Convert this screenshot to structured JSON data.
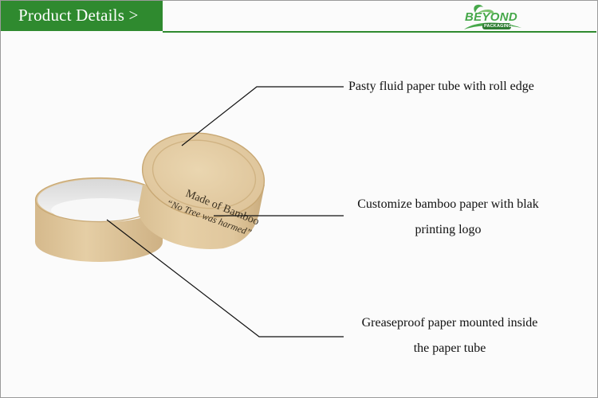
{
  "header": {
    "title": "Product Details >",
    "brand": {
      "name": "BEYOND",
      "tagline": "PACKAGING"
    }
  },
  "product": {
    "printed_logo": {
      "line1": "Made of Bamboo",
      "line2": "“No Tree was harmed”"
    }
  },
  "callouts": [
    {
      "lines": [
        "Pasty fluid paper tube with roll edge"
      ]
    },
    {
      "lines": [
        "Customize bamboo paper with blak",
        "printing logo"
      ]
    },
    {
      "lines": [
        "Greaseproof paper mounted inside",
        "the paper tube"
      ]
    }
  ],
  "colors": {
    "header_green": "#2f8a2f",
    "brand_green": "#46a84a",
    "kraft": "#e2caa0",
    "liner": "#f5f5f5"
  }
}
